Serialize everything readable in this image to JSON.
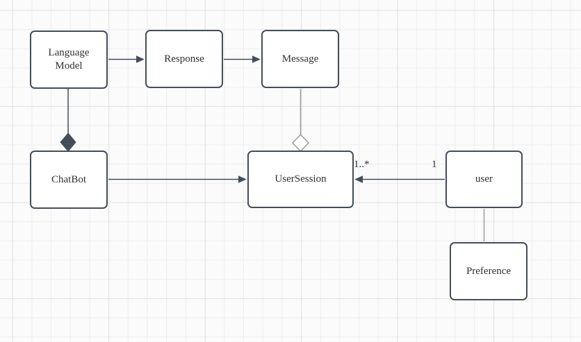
{
  "diagram": {
    "kind": "uml-class-diagram",
    "nodes": [
      {
        "id": "language-model",
        "label": "Language Model"
      },
      {
        "id": "response",
        "label": "Response"
      },
      {
        "id": "message",
        "label": "Message"
      },
      {
        "id": "chatbot",
        "label": "ChatBot"
      },
      {
        "id": "user-session",
        "label": "UserSession"
      },
      {
        "id": "user",
        "label": "user"
      },
      {
        "id": "preference",
        "label": "Preference"
      }
    ],
    "edges": [
      {
        "from": "Language Model",
        "to": "Response",
        "type": "directed-arrow"
      },
      {
        "from": "Response",
        "to": "Message",
        "type": "directed-arrow"
      },
      {
        "from": "Language Model",
        "to": "ChatBot",
        "type": "composition",
        "diamond_at": "ChatBot"
      },
      {
        "from": "Message",
        "to": "UserSession",
        "type": "aggregation",
        "diamond_at": "UserSession"
      },
      {
        "from": "ChatBot",
        "to": "UserSession",
        "type": "directed-arrow"
      },
      {
        "from": "user",
        "to": "UserSession",
        "type": "directed-arrow",
        "source_label": "1",
        "target_label": "1..*"
      },
      {
        "from": "user",
        "to": "Preference",
        "type": "plain-line"
      }
    ],
    "colors": {
      "node_fill": "#ffffff",
      "node_border": "#454d59",
      "edge_dark": "#454d59",
      "edge_light": "#9b9b9b",
      "canvas_bg": "#fbfbfb",
      "grid_minor": "#eeeeee",
      "grid_major": "#e1e1e1",
      "text": "#303030"
    }
  }
}
